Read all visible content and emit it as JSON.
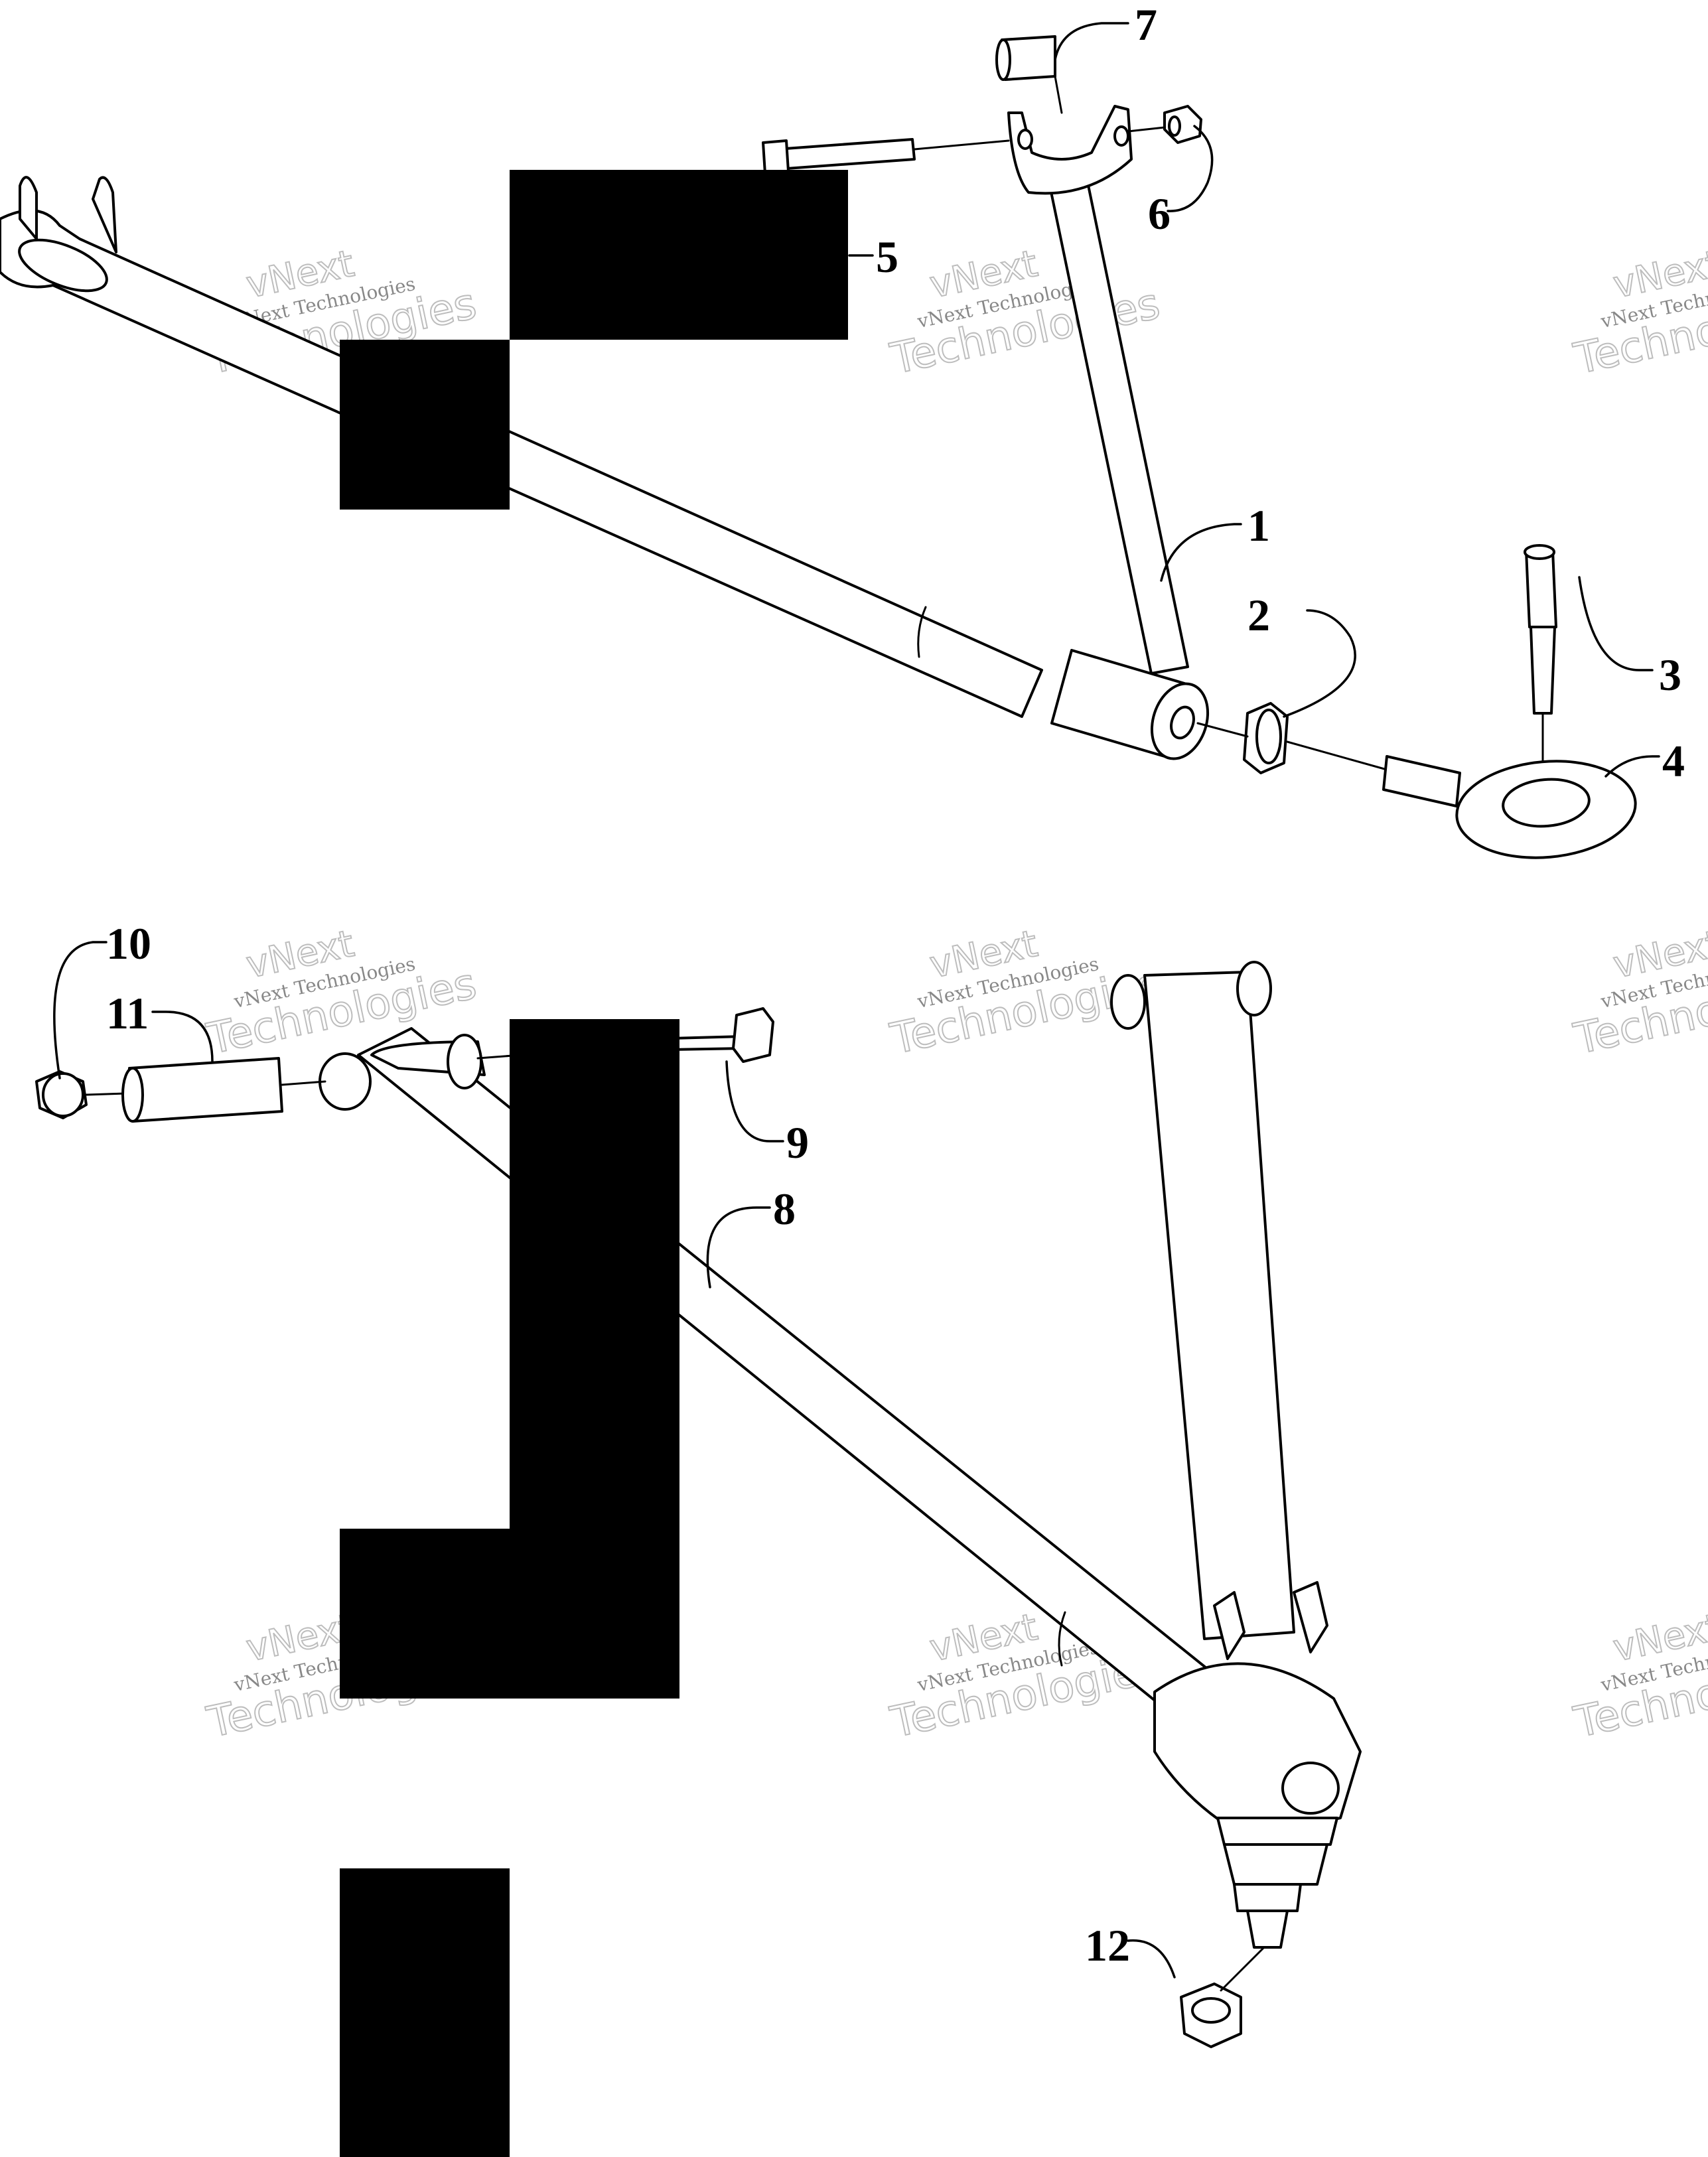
{
  "callouts": {
    "c1": "1",
    "c2": "2",
    "c3": "3",
    "c4": "4",
    "c5": "5",
    "c6": "6",
    "c7": "7",
    "c8": "8",
    "c9": "9",
    "c10": "10",
    "c11": "11",
    "c12": "12"
  },
  "watermark": {
    "line1": "vNext",
    "line2": "vNext Technologies",
    "line3": "Technologies"
  }
}
